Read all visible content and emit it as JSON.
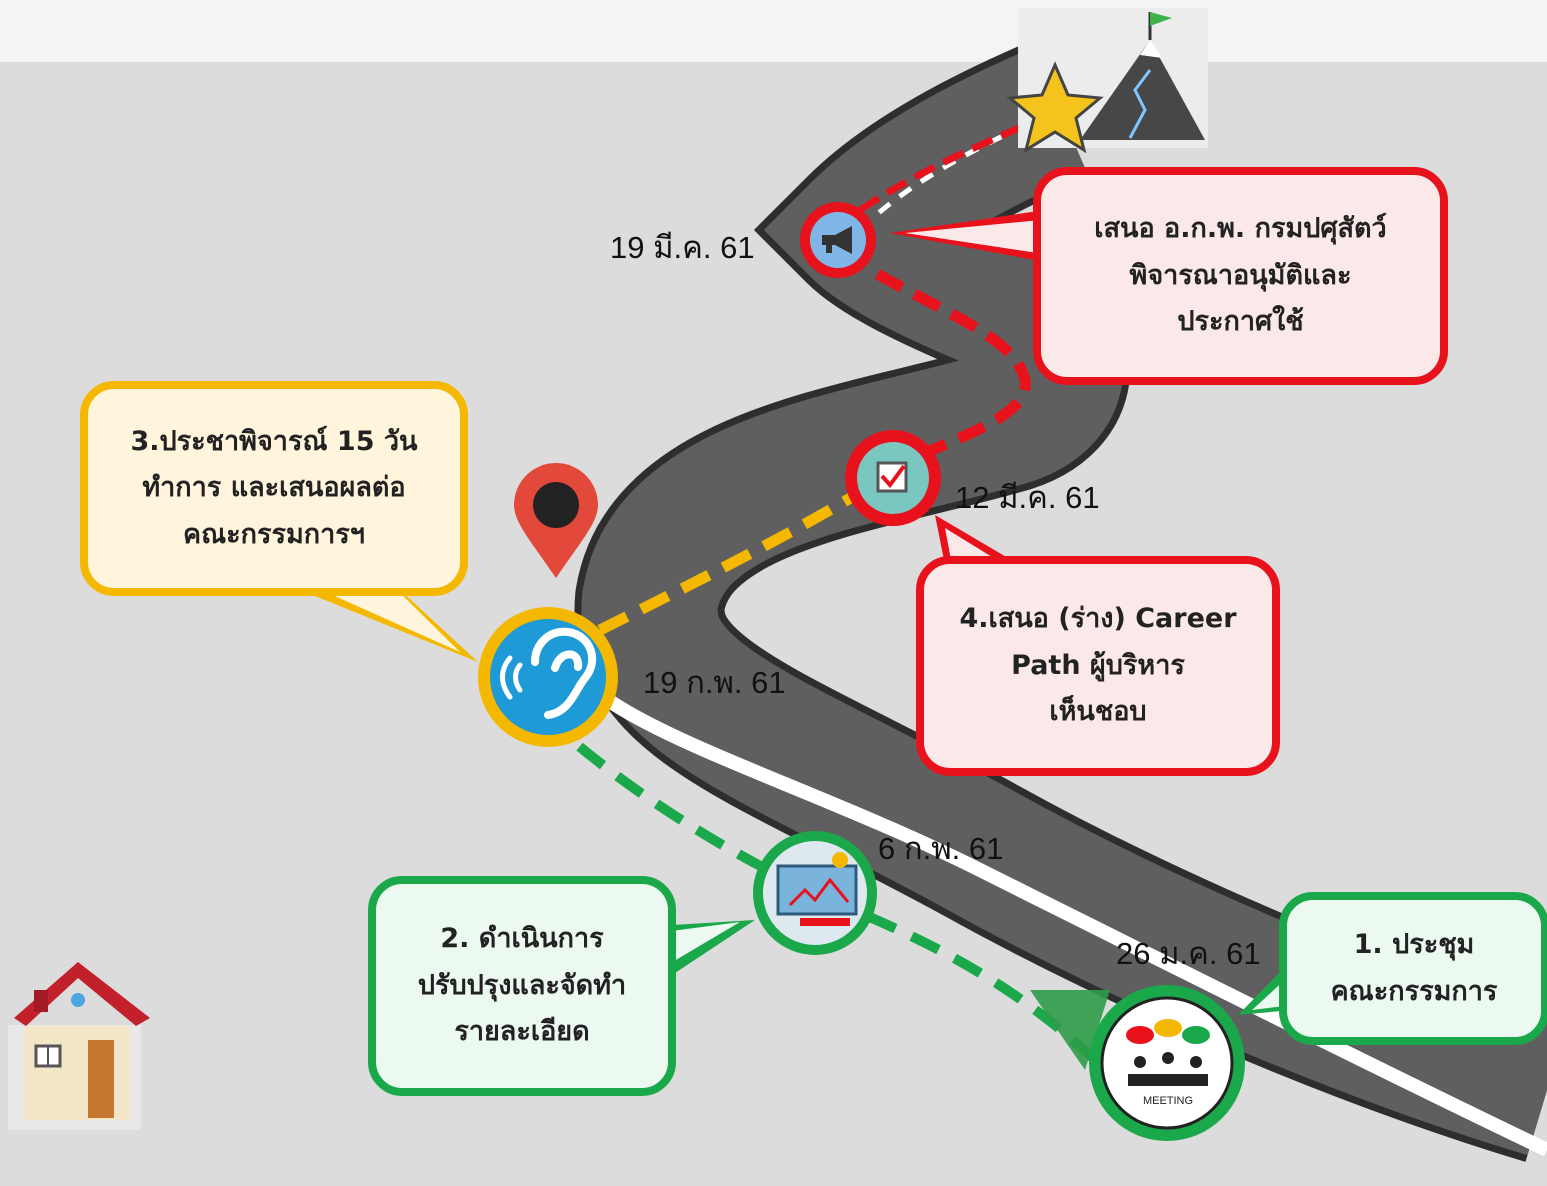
{
  "milestones": [
    {
      "id": "step1",
      "date": "26 ม.ค. 61",
      "text": "1. ประชุม\nคณะกรรมการ",
      "color": "#1aa84a",
      "icon": "meeting-icon",
      "icon_label": "MEETING"
    },
    {
      "id": "step2",
      "date": "6 ก.พ. 61",
      "text": "2. ดำเนินการ\nปรับปรุงและจัดทำ\nรายละเอียด",
      "color": "#1aa84a",
      "icon": "presentation-board-icon"
    },
    {
      "id": "step3",
      "date": "19 ก.พ. 61",
      "text": "3.ประชาพิจารณ์ 15 วัน\nทำการ และเสนอผลต่อ\nคณะกรรมการฯ",
      "color": "#f5b800",
      "icon": "ear-hearing-icon"
    },
    {
      "id": "step4",
      "date": "12 มี.ค. 61",
      "text": "4.เสนอ (ร่าง) Career\nPath ผู้บริหาร\nเห็นชอบ",
      "color": "#e8121c",
      "icon": "checkbox-icon"
    },
    {
      "id": "step5",
      "date": "19 มี.ค. 61",
      "text": "เสนอ อ.ก.พ. กรมปศุสัตว์\nพิจารณาอนุมัติและ\nประกาศใช้",
      "color": "#e8121c",
      "icon": "megaphone-icon"
    }
  ],
  "decorations": {
    "goal": [
      "star-icon",
      "mountain-flag-icon"
    ],
    "current_position": "location-pin-icon",
    "home": "home-icon",
    "road_color": "#5a5a5a"
  }
}
